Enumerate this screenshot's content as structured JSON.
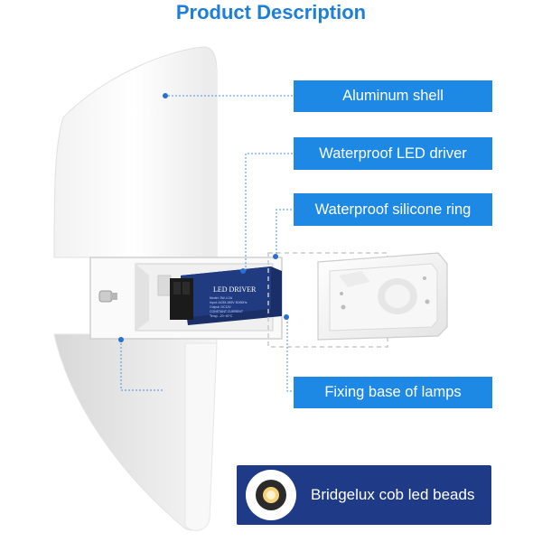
{
  "title": "Product Description",
  "labels": {
    "aluminum_shell": "Aluminum shell",
    "led_driver": "Waterproof LED driver",
    "silicone_ring": "Waterproof silicone ring",
    "fixing_base": "Fixing base of lamps",
    "cob_beads": "Bridgelux cob led beads"
  },
  "driver_text": {
    "header": "LED DRIVER",
    "line1": "Model: 3W-4.2A",
    "line2": "Input: AC85-265V 50/60Hz",
    "line3": "Output: DC12V",
    "line4": "CONSTANT CURRENT",
    "line5": "Temp: -20~40°C"
  },
  "colors": {
    "accent": "#1e88e5",
    "title": "#1d7fd8",
    "badge": "#1f3a86"
  }
}
